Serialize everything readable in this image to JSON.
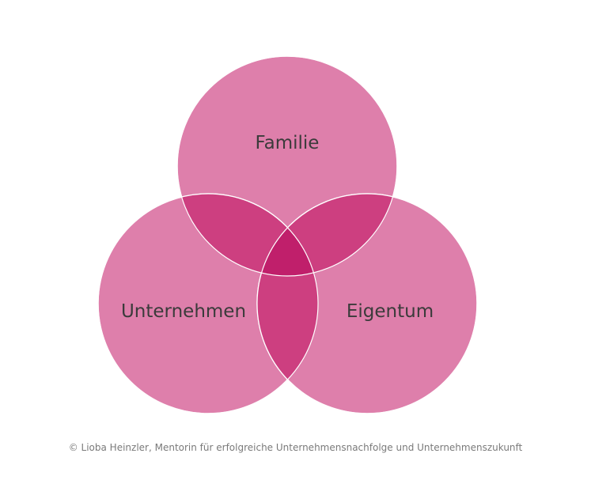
{
  "diagram": {
    "circles": [
      {
        "label": "Familie"
      },
      {
        "label": "Unternehmen"
      },
      {
        "label": "Eigentum"
      }
    ]
  },
  "colors": {
    "circle_fill": "#de7fab",
    "circle_edge": "#ffffff",
    "overlap_two": "#cd3f80",
    "overlap_three": "#c01f6b",
    "label_text": "#3b3b3b",
    "footer_text": "#7a7a7a"
  },
  "footer": {
    "copyright": "© Lioba Heinzler, Mentorin für erfolgreiche Unternehmensnachfolge und Unternehmenszukunft"
  }
}
